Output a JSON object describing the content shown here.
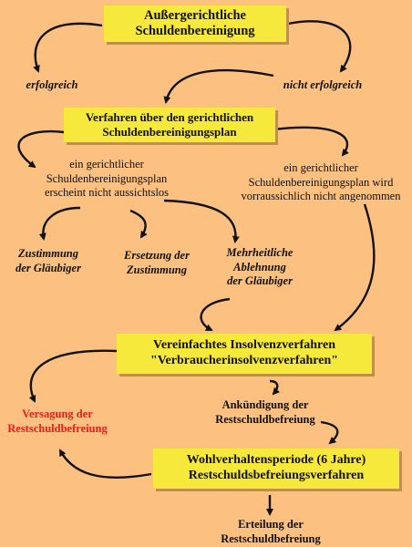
{
  "nodes": {
    "start": {
      "lines": [
        "Außergerichtliche",
        "Schuldenbereinigung"
      ]
    },
    "erfolgreich": {
      "text": "erfolgreich"
    },
    "nicht_erfolgreich": {
      "text": "nicht erfolgreich"
    },
    "verfahren": {
      "lines": [
        "Verfahren über den gerichtlichen",
        "Schuldenbereinigungsplan"
      ]
    },
    "plan_nicht_aussichtslos": {
      "lines": [
        "ein gerichtlicher",
        "Schuldenbereinigungsplan",
        "erscheint nicht aussichtslos"
      ]
    },
    "plan_nicht_angenommen": {
      "lines": [
        "ein gerichtlicher",
        "Schuldenbereinigungsplan wird",
        "vorraussichlich nicht angenommen"
      ]
    },
    "zustimmung": {
      "lines": [
        "Zustimmung",
        "der Gläubiger"
      ]
    },
    "ersetzung": {
      "lines": [
        "Ersetzung der",
        "Zustimmung"
      ]
    },
    "ablehnung": {
      "lines": [
        "Mehrheitliche",
        "Ablehnung",
        "der Gläubiger"
      ]
    },
    "insolvenz": {
      "lines": [
        "Vereinfachtes Insolvenzverfahren",
        "\"Verbraucherinsolvenzverfahren\""
      ]
    },
    "versagung": {
      "lines": [
        "Versagung der",
        "Restschuldbefreiung"
      ]
    },
    "ankuendigung": {
      "lines": [
        "Ankündigung der",
        "Restschuldbefreiung"
      ]
    },
    "wohlverhalten": {
      "lines": [
        "Wohlverhaltensperiode (6 Jahre)",
        "Restschuldsbefreiungsverfahren"
      ]
    },
    "erteilung": {
      "lines": [
        "Erteilung der",
        "Restschuldbefreiung"
      ]
    }
  },
  "colors": {
    "background": "#fcc080",
    "box_fill": "#f7e93c",
    "box_shadow": "#c0904a",
    "arrow": "#111111",
    "negative_text": "#ee1c1c"
  }
}
